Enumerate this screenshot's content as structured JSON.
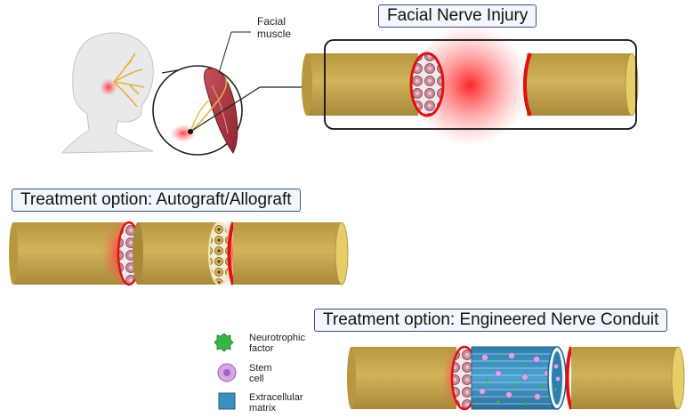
{
  "titles": {
    "injury": "Facial Nerve Injury",
    "autograft": "Treatment option: Autograft/Allograft",
    "conduit": "Treatment option: Engineered Nerve Conduit"
  },
  "labels": {
    "muscle_line1": "Facial",
    "muscle_line2": "muscle"
  },
  "legend": [
    {
      "icon": "neurotrophic-factor-icon",
      "line1": "Neurotrophic",
      "line2": "factor"
    },
    {
      "icon": "stem-cell-icon",
      "line1": "Stem",
      "line2": "cell"
    },
    {
      "icon": "extracellular-matrix-icon",
      "line1": "Extracellular",
      "line2": "matrix"
    }
  ],
  "colors": {
    "nerve": "#c9a94e",
    "nerve_end": "#e6cd6a",
    "injury": "#e02020",
    "conduit": "#3a8fc0",
    "stem_cell": "#d7a6e6",
    "neurotrophic": "#33b54a"
  }
}
